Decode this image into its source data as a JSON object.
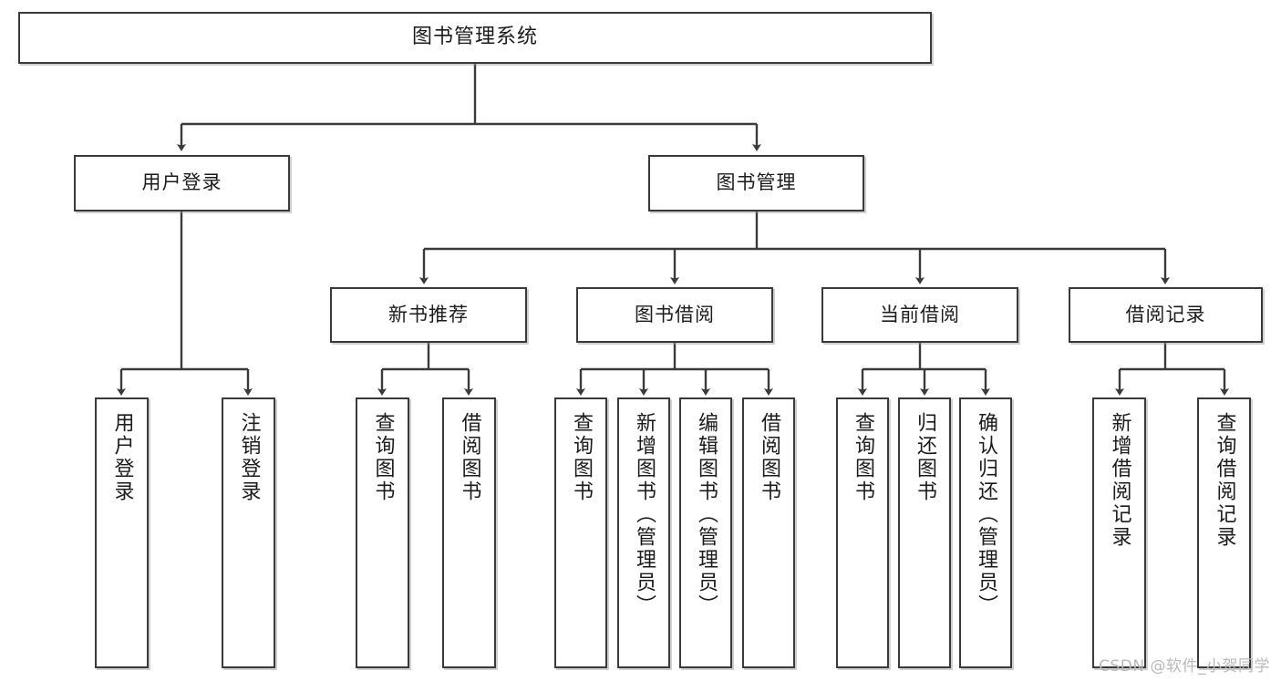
{
  "diagram": {
    "title": "图书管理系统",
    "type": "tree-hierarchy-diagram",
    "root": {
      "label": "图书管理系统"
    },
    "level2": [
      {
        "label": "用户登录"
      },
      {
        "label": "图书管理"
      }
    ],
    "level3": [
      {
        "label": "新书推荐"
      },
      {
        "label": "图书借阅"
      },
      {
        "label": "当前借阅"
      },
      {
        "label": "借阅记录"
      }
    ],
    "leaves": {
      "user_login": [
        {
          "label": "用户登录"
        },
        {
          "label": "注销登录"
        }
      ],
      "new_book_recommend": [
        {
          "label": "查询图书"
        },
        {
          "label": "借阅图书"
        }
      ],
      "book_borrow": [
        {
          "label": "查询图书"
        },
        {
          "label": "新增图书（管理员）"
        },
        {
          "label": "编辑图书（管理员）"
        },
        {
          "label": "借阅图书"
        }
      ],
      "current_borrow": [
        {
          "label": "查询图书"
        },
        {
          "label": "归还图书"
        },
        {
          "label": "确认归还（管理员）"
        }
      ],
      "borrow_record": [
        {
          "label": "新增借阅记录"
        },
        {
          "label": "查询借阅记录"
        }
      ]
    },
    "watermark": "CSDN @软件_小贺同学",
    "colors": {
      "border": "#3a3a3a",
      "background": "#ffffff",
      "text": "#1b1b1b",
      "watermark": "#b9b9b9"
    }
  }
}
